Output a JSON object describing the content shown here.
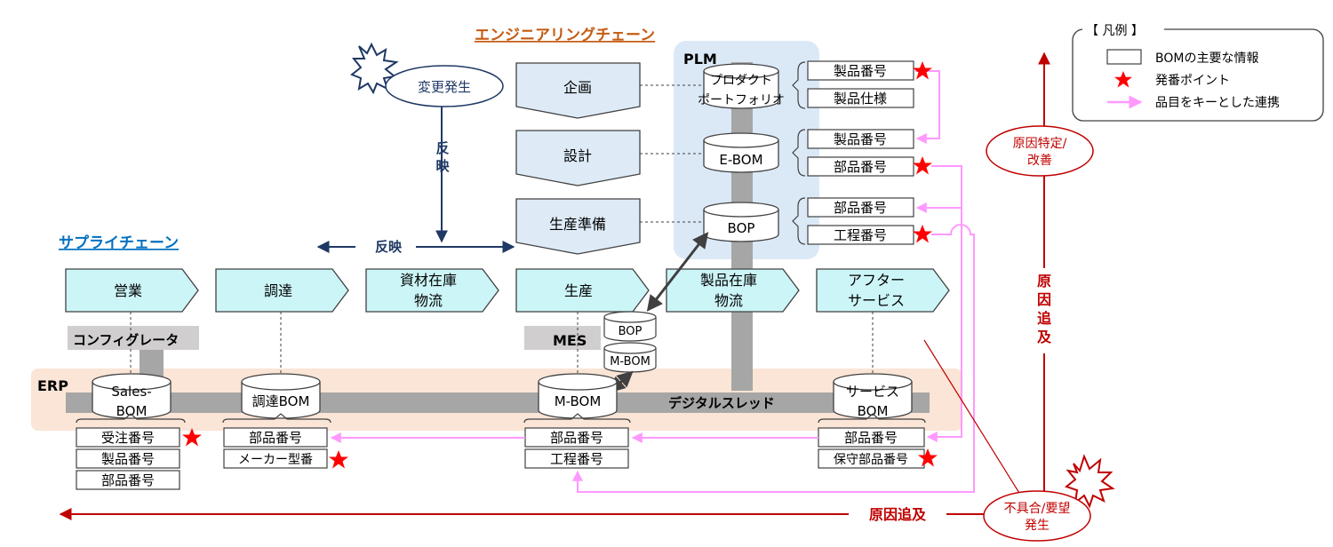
{
  "titles": {
    "engineering_chain": "エンジニアリングチェーン",
    "supply_chain": "サプライチェーン"
  },
  "legend": {
    "title": "【 凡例 】",
    "bom_info": "BOMの主要な情報",
    "issue_point": "発番ポイント",
    "link": "品目をキーとした連携"
  },
  "events": {
    "change_1": "変更発生",
    "defect_1": "不具合/要望",
    "defect_2": "発生",
    "cause_identify_1": "原因特定/",
    "cause_identify_2": "改善"
  },
  "arrows": {
    "reflect_vertical": [
      "反",
      "映"
    ],
    "reflect_horizontal": "反映",
    "trace_vertical": [
      "原",
      "因",
      "追",
      "及"
    ],
    "trace_horizontal": "原因追及"
  },
  "engineering_steps": {
    "planning": "企画",
    "design": "設計",
    "prep": "生産準備"
  },
  "plm": {
    "label": "PLM",
    "portfolio": [
      "プロダクト",
      "ポートフォリオ"
    ],
    "ebom": "E-BOM",
    "bop": "BOP",
    "portfolio_info": [
      "製品番号",
      "製品仕様"
    ],
    "ebom_info": [
      "製品番号",
      "部品番号"
    ],
    "bop_info": [
      "部品番号",
      "工程番号"
    ]
  },
  "supply_steps": {
    "sales": "営業",
    "procurement": "調達",
    "material": [
      "資材在庫",
      "物流"
    ],
    "production": "生産",
    "product_stock": [
      "製品在庫",
      "物流"
    ],
    "after_service": [
      "アフター",
      "サービス"
    ]
  },
  "systems": {
    "configurator": "コンフィグレータ",
    "mes": "MES",
    "erp": "ERP",
    "digital_thread": "デジタルスレッド",
    "mes_bop": "BOP",
    "mes_mbom": "M-BOM"
  },
  "erp_boms": {
    "sales": [
      "Sales-",
      "BOM"
    ],
    "procurement": "調達BOM",
    "mbom": "M-BOM",
    "service": [
      "サービス",
      "BOM"
    ]
  },
  "erp_info": {
    "sales": [
      "受注番号",
      "製品番号",
      "部品番号"
    ],
    "procurement": [
      "部品番号",
      "メーカー型番"
    ],
    "mbom": [
      "部品番号",
      "工程番号"
    ],
    "service": [
      "部品番号",
      "保守部品番号"
    ]
  },
  "colors": {
    "engineering_title": "#c55a11",
    "supply_title": "#0070c0",
    "step_fill": "#ccf5f7",
    "eng_step_fill": "#deebf7",
    "plm_fill": "#dbe9f7",
    "erp_fill": "#fbe5d6",
    "thread": "#a6a6a6",
    "navy": "#1f3864",
    "star": "#ff0000",
    "link": "#ff99ff",
    "dark_red": "#c00000"
  }
}
